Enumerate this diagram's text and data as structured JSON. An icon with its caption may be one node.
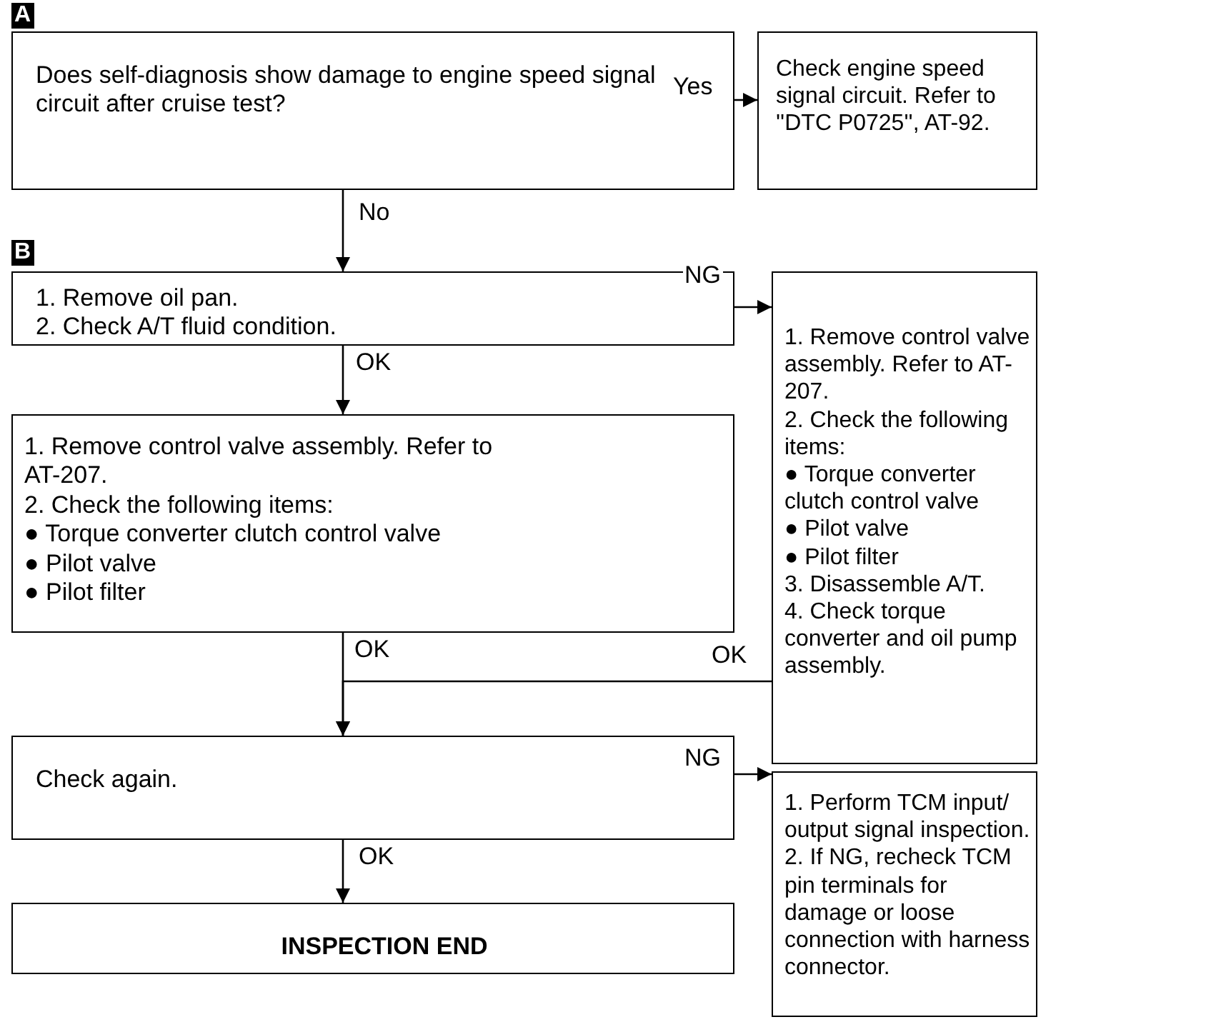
{
  "diagram": {
    "nodes": [
      {
        "text": [
          "Does self-diagnosis show damage to engine speed signal circuit after cruise test?"
        ]
      },
      {
        "text": [
          "Check engine speed signal circuit. Refer to ''DTC P0725'', AT-92."
        ]
      },
      {
        "text": [
          "1. Remove oil pan.",
          "2. Check A/T fluid condition."
        ]
      },
      {
        "text": [
          "1. Remove control valve assembly. Refer to AT-207.",
          "2. Check the following items:",
          "● Torque converter clutch control valve",
          "● Pilot valve",
          "● Pilot filter",
          "3. Disassemble A/T.",
          "4. Check torque converter and oil pump assembly."
        ]
      },
      {
        "text": [
          "1. Remove control valve assembly. Refer to AT-207.",
          "2. Check the following items:",
          "● Torque converter clutch control valve",
          "● Pilot valve",
          "● Pilot filter"
        ]
      },
      {
        "text": [
          "Check again."
        ]
      },
      {
        "text": [
          "1. Perform TCM input/ output signal inspection.",
          "2. If NG, recheck TCM pin terminals for damage or loose connection with harness connector."
        ]
      },
      {
        "text": [
          "INSPECTION END"
        ]
      }
    ],
    "edges": [
      {
        "from": 0,
        "to": 1,
        "arrow": "to",
        "label": "Yes"
      },
      {
        "from": 0,
        "to": 2,
        "arrow": "to",
        "label": "No"
      },
      {
        "from": 2,
        "to": 3,
        "arrow": "to",
        "label": "NG"
      },
      {
        "from": 2,
        "to": 4,
        "arrow": "to",
        "label": "OK"
      },
      {
        "from": 4,
        "to": 5,
        "arrow": "to",
        "label": "OK"
      },
      {
        "from": 3,
        "to": 5,
        "arrow": "to",
        "label": "OK"
      },
      {
        "from": 5,
        "to": 6,
        "arrow": "to",
        "label": "NG"
      },
      {
        "from": 5,
        "to": 7,
        "arrow": "to",
        "label": "OK"
      }
    ],
    "labels": [
      "A",
      "B"
    ]
  }
}
